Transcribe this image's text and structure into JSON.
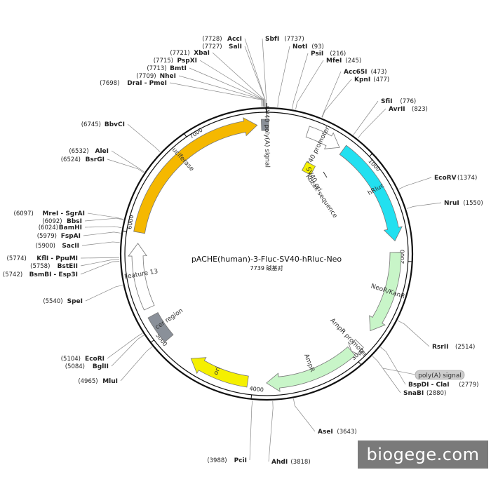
{
  "plasmid": {
    "name": "pACHE(human)-3-Fluc-SV40-hRluc-Neo",
    "size_label": "7739 碱基对",
    "length_bp": 7739
  },
  "colors": {
    "luciferase": "#f5b800",
    "hRluc": "#22e0f0",
    "neo": "#c8f5c8",
    "ampr": "#c8f5c8",
    "ori": "#f5f000",
    "grey_box": "#8a9099",
    "outline_feature": "#ffffff"
  },
  "ticks": [
    {
      "bp": 1000,
      "label": "1000"
    },
    {
      "bp": 2000,
      "label": "2000"
    },
    {
      "bp": 3000,
      "label": "3000"
    },
    {
      "bp": 4000,
      "label": "4000"
    },
    {
      "bp": 5000,
      "label": "5000"
    },
    {
      "bp": 6000,
      "label": "6000"
    },
    {
      "bp": 7000,
      "label": "7000"
    }
  ],
  "features": [
    {
      "name": "luciferase",
      "start": 6010,
      "end": 7650,
      "shape": "arrow",
      "color": "#f5b800",
      "label_side": "inner"
    },
    {
      "name": "SV40 poly(A) signal",
      "start": 7690,
      "end": 20,
      "shape": "box",
      "color": "#8a9099",
      "label_side": "inner"
    },
    {
      "name": "SV40 promoter",
      "start": 400,
      "end": 740,
      "shape": "arrow",
      "color": "#ffffff",
      "label_side": "inner"
    },
    {
      "name": "hRluc",
      "start": 780,
      "end": 1810,
      "shape": "arrow",
      "color": "#22e0f0",
      "label_side": "inner"
    },
    {
      "name": "NeoR/KanR",
      "start": 1920,
      "end": 2720,
      "shape": "arrow",
      "color": "#c8f5c8",
      "label_side": "inner"
    },
    {
      "name": "AmpR promoter",
      "start": 2880,
      "end": 2985,
      "shape": "arrow",
      "color": "#ffffff",
      "label_side": "inner"
    },
    {
      "name": "AmpR",
      "start": 2985,
      "end": 3870,
      "shape": "arrow",
      "color": "#c8f5c8",
      "label_side": "inner"
    },
    {
      "name": "ori",
      "start": 4050,
      "end": 4640,
      "shape": "arrow",
      "color": "#f5f000",
      "label_side": "inner"
    },
    {
      "name": "cer region",
      "start": 4925,
      "end": 5195,
      "shape": "box",
      "color": "#8a9099",
      "label_side": "inner"
    },
    {
      "name": "Feature 13",
      "start": 5275,
      "end": 5905,
      "shape": "arrow",
      "color": "#ffffff",
      "label_side": "inner"
    }
  ],
  "small_features": [
    {
      "name": "SV40 ori",
      "shape": "box",
      "color": "#f5f000"
    },
    {
      "name": "Kozak sequence",
      "shape": "line"
    },
    {
      "name": "poly(A) signal",
      "shape": "pill"
    }
  ],
  "sites": [
    {
      "name": "AccI",
      "pos": "(7728)",
      "bp": 7728,
      "side": "left"
    },
    {
      "name": "SalI",
      "pos": "(7727)",
      "bp": 7727,
      "side": "left"
    },
    {
      "name": "XbaI",
      "pos": "(7721)",
      "bp": 7721,
      "side": "left"
    },
    {
      "name": "PspXI",
      "pos": "(7715)",
      "bp": 7715,
      "side": "left"
    },
    {
      "name": "BmtI",
      "pos": "(7713)",
      "bp": 7713,
      "side": "left"
    },
    {
      "name": "NheI",
      "pos": "(7709)",
      "bp": 7709,
      "side": "left"
    },
    {
      "name": "DraI - PmeI",
      "pos": "(7698)",
      "bp": 7698,
      "side": "left"
    },
    {
      "name": "SbfI",
      "pos": "(7737)",
      "bp": 7737,
      "side": "right"
    },
    {
      "name": "NotI",
      "pos": "(93)",
      "bp": 93,
      "side": "right"
    },
    {
      "name": "PsiI",
      "pos": "(216)",
      "bp": 216,
      "side": "right"
    },
    {
      "name": "MfeI",
      "pos": "(245)",
      "bp": 245,
      "side": "right"
    },
    {
      "name": "Acc65I",
      "pos": "(473)",
      "bp": 473,
      "side": "right"
    },
    {
      "name": "KpnI",
      "pos": "(477)",
      "bp": 477,
      "side": "right"
    },
    {
      "name": "SfiI",
      "pos": "(776)",
      "bp": 776,
      "side": "right"
    },
    {
      "name": "AvrII",
      "pos": "(823)",
      "bp": 823,
      "side": "right"
    },
    {
      "name": "EcoRV",
      "pos": "(1374)",
      "bp": 1374,
      "side": "right"
    },
    {
      "name": "NruI",
      "pos": "(1550)",
      "bp": 1550,
      "side": "right"
    },
    {
      "name": "RsrII",
      "pos": "(2514)",
      "bp": 2514,
      "side": "right"
    },
    {
      "name": "BspDI - ClaI",
      "pos": "(2779)",
      "bp": 2779,
      "side": "right"
    },
    {
      "name": "SnaBI",
      "pos": "(2880)",
      "bp": 2880,
      "side": "right"
    },
    {
      "name": "AseI",
      "pos": "(3643)",
      "bp": 3643,
      "side": "right"
    },
    {
      "name": "AhdI",
      "pos": "(3818)",
      "bp": 3818,
      "side": "right"
    },
    {
      "name": "PciI",
      "pos": "(3988)",
      "bp": 3988,
      "side": "left"
    },
    {
      "name": "MluI",
      "pos": "(4965)",
      "bp": 4965,
      "side": "left"
    },
    {
      "name": "BglII",
      "pos": "(5084)",
      "bp": 5084,
      "side": "left"
    },
    {
      "name": "EcoRI",
      "pos": "(5104)",
      "bp": 5104,
      "side": "left"
    },
    {
      "name": "SpeI",
      "pos": "(5540)",
      "bp": 5540,
      "side": "left"
    },
    {
      "name": "BsmBI - Esp3I",
      "pos": "(5742)",
      "bp": 5742,
      "side": "left"
    },
    {
      "name": "BstEII",
      "pos": "(5758)",
      "bp": 5758,
      "side": "left"
    },
    {
      "name": "KflI - PpuMI",
      "pos": "(5774)",
      "bp": 5774,
      "side": "left"
    },
    {
      "name": "SacII",
      "pos": "(5900)",
      "bp": 5900,
      "side": "left"
    },
    {
      "name": "FspAI",
      "pos": "(5979)",
      "bp": 5979,
      "side": "left"
    },
    {
      "name": "BamHI",
      "pos": "(6024)",
      "bp": 6024,
      "side": "left"
    },
    {
      "name": "BbsI",
      "pos": "(6092)",
      "bp": 6092,
      "side": "left"
    },
    {
      "name": "MreI - SgrAI",
      "pos": "(6097)",
      "bp": 6097,
      "side": "left"
    },
    {
      "name": "BsrGI",
      "pos": "(6524)",
      "bp": 6524,
      "side": "left"
    },
    {
      "name": "AleI",
      "pos": "(6532)",
      "bp": 6532,
      "side": "left"
    },
    {
      "name": "BbvCI",
      "pos": "(6745)",
      "bp": 6745,
      "side": "left"
    }
  ],
  "watermark": "biogege.com"
}
